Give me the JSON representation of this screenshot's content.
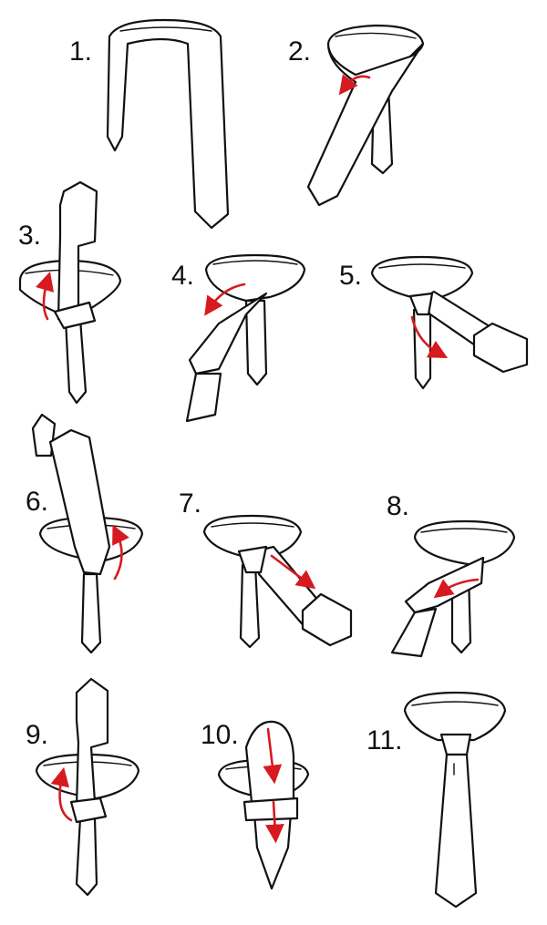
{
  "steps": [
    {
      "label": "1."
    },
    {
      "label": "2."
    },
    {
      "label": "3."
    },
    {
      "label": "4."
    },
    {
      "label": "5."
    },
    {
      "label": "6."
    },
    {
      "label": "7."
    },
    {
      "label": "8."
    },
    {
      "label": "9."
    },
    {
      "label": "10."
    },
    {
      "label": "11."
    }
  ],
  "colors": {
    "arrow": "#d71920",
    "line": "#111111",
    "fill": "#ffffff"
  }
}
